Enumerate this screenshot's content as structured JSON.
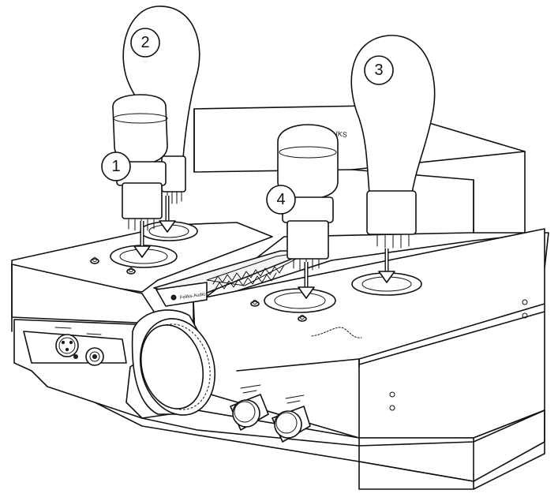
{
  "callouts": [
    {
      "id": "1",
      "label": "1"
    },
    {
      "id": "2",
      "label": "2"
    },
    {
      "id": "3",
      "label": "3"
    },
    {
      "id": "4",
      "label": "4"
    }
  ],
  "brand_logo": "Feliks-Audio",
  "colors": {
    "line": "#111111",
    "paper": "#ffffff"
  }
}
